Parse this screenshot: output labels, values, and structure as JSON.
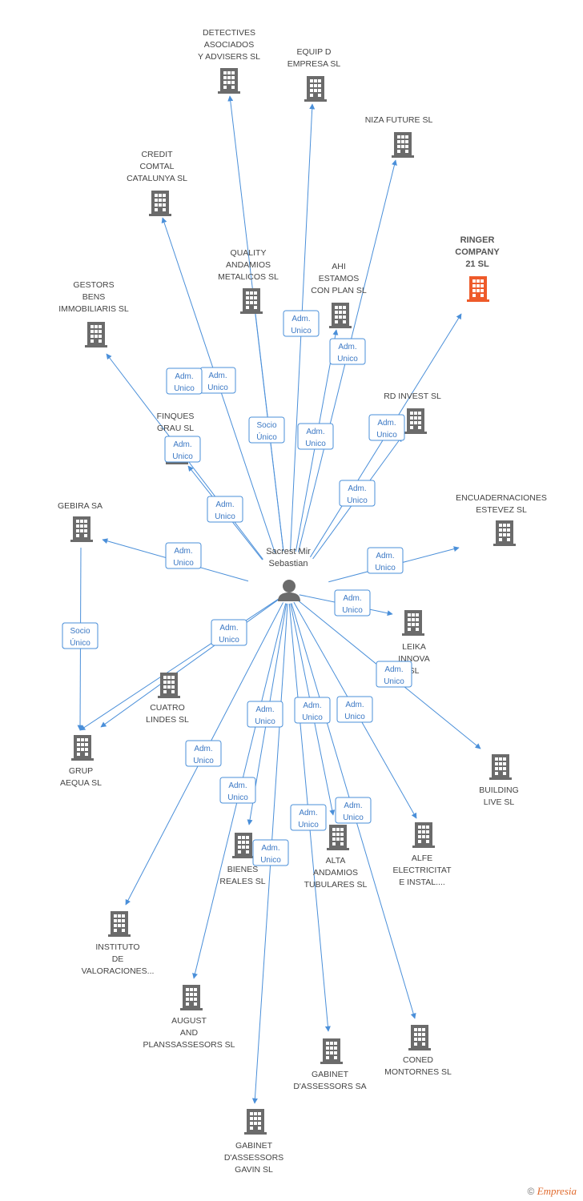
{
  "center": {
    "label_lines": [
      "Sacrest Mir",
      "Sebastian"
    ]
  },
  "colors": {
    "edge": "#4a8fd9",
    "building": "#6b6b6b",
    "highlight": "#ee5a2a"
  },
  "nodes": [
    {
      "id": "detectives",
      "lines": [
        "DETECTIVES",
        "ASOCIADOS",
        "Y ADVISERS SL"
      ]
    },
    {
      "id": "equipd",
      "lines": [
        "EQUIP D",
        "EMPRESA SL"
      ]
    },
    {
      "id": "niza",
      "lines": [
        "NIZA FUTURE SL"
      ]
    },
    {
      "id": "credit",
      "lines": [
        "CREDIT",
        "COMTAL",
        "CATALUNYA SL"
      ]
    },
    {
      "id": "ringer",
      "lines": [
        "RINGER",
        "COMPANY",
        "21 SL"
      ],
      "highlight": true
    },
    {
      "id": "quality",
      "lines": [
        "QUALITY",
        "ANDAMIOS",
        "METALICOS SL"
      ]
    },
    {
      "id": "ahi",
      "lines": [
        "AHI",
        "ESTAMOS",
        "CON PLAN SL"
      ]
    },
    {
      "id": "gestors",
      "lines": [
        "GESTORS",
        "BENS",
        "IMMOBILIARIS SL"
      ]
    },
    {
      "id": "rdinvest",
      "lines": [
        "RD INVEST SL"
      ]
    },
    {
      "id": "finques",
      "lines": [
        "FINQUES",
        "GRAU SL"
      ]
    },
    {
      "id": "gebira",
      "lines": [
        "GEBIRA SA"
      ]
    },
    {
      "id": "encuad",
      "lines": [
        "ENCUADERNACIONES",
        "ESTEVEZ SL"
      ]
    },
    {
      "id": "leika",
      "lines": [
        "LEIKA",
        "INNOVA",
        "SL"
      ]
    },
    {
      "id": "cuatro",
      "lines": [
        "CUATRO",
        "LINDES SL"
      ]
    },
    {
      "id": "grup",
      "lines": [
        "GRUP",
        "AEQUA SL"
      ]
    },
    {
      "id": "building",
      "lines": [
        "BUILDING",
        "LIVE  SL"
      ]
    },
    {
      "id": "bienes",
      "lines": [
        "BIENES",
        "REALES SL"
      ]
    },
    {
      "id": "alta",
      "lines": [
        "ALTA",
        "ANDAMIOS",
        "TUBULARES SL"
      ]
    },
    {
      "id": "alfe",
      "lines": [
        "ALFE",
        "ELECTRICITAT",
        "E INSTAL...."
      ]
    },
    {
      "id": "instituto",
      "lines": [
        "INSTITUTO",
        "DE",
        "VALORACIONES..."
      ]
    },
    {
      "id": "august",
      "lines": [
        "AUGUST",
        "AND",
        "PLANSSASSESORS SL"
      ]
    },
    {
      "id": "coned",
      "lines": [
        "CONED",
        "MONTORNES SL"
      ]
    },
    {
      "id": "gabinet",
      "lines": [
        "GABINET",
        "D'ASSESSORS SA"
      ]
    },
    {
      "id": "gabinetgavin",
      "lines": [
        "GABINET",
        "D'ASSESSORS",
        "GAVIN SL"
      ]
    }
  ],
  "edges": [
    {
      "to": "detectives",
      "label": [
        "Adm.",
        "Unico"
      ]
    },
    {
      "to": "equipd",
      "label": [
        "Adm.",
        "Unico"
      ]
    },
    {
      "to": "niza",
      "label": [
        "Adm.",
        "Unico"
      ]
    },
    {
      "to": "credit",
      "label": [
        "Adm.",
        "Unico"
      ]
    },
    {
      "to": "ringer",
      "label": [
        "Adm.",
        "Unico"
      ]
    },
    {
      "to": "quality",
      "label": [
        "Socio",
        "Único"
      ]
    },
    {
      "to": "ahi",
      "label": [
        "Adm.",
        "Unico"
      ]
    },
    {
      "to": "gestors",
      "label": [
        "Adm.",
        "Unico"
      ]
    },
    {
      "to": "rdinvest",
      "label": [
        "Adm.",
        "Unico"
      ]
    },
    {
      "to": "finques",
      "label": [
        "Adm.",
        "Unico"
      ]
    },
    {
      "to": "gebira",
      "label": [
        "Adm.",
        "Unico"
      ]
    },
    {
      "to": "encuad",
      "label": [
        "Adm.",
        "Unico"
      ]
    },
    {
      "to": "leika",
      "label": [
        "Adm.",
        "Unico"
      ]
    },
    {
      "to": "cuatro",
      "label": [
        "Adm.",
        "Unico"
      ]
    },
    {
      "to": "grup",
      "label": [
        "Adm.",
        "Unico"
      ]
    },
    {
      "to": "building",
      "label": [
        "Adm.",
        "Unico"
      ]
    },
    {
      "to": "bienes",
      "label": [
        "Adm.",
        "Unico"
      ]
    },
    {
      "to": "alta",
      "label": [
        "Adm.",
        "Unico"
      ]
    },
    {
      "to": "alfe",
      "label": [
        "Adm.",
        "Unico"
      ]
    },
    {
      "to": "instituto",
      "label": [
        "Adm.",
        "Unico"
      ]
    },
    {
      "to": "august",
      "label": [
        "Adm.",
        "Unico"
      ]
    },
    {
      "to": "coned",
      "label": [
        "Adm.",
        "Unico"
      ]
    },
    {
      "to": "gabinet",
      "label": [
        "Adm.",
        "Unico"
      ]
    },
    {
      "to": "gabinetgavin",
      "label": [
        "Adm.",
        "Unico"
      ]
    },
    {
      "from": "gebira",
      "to": "grup",
      "label": [
        "Socio",
        "Único"
      ]
    }
  ],
  "footer": {
    "copyright": "©",
    "brand": "Empresia"
  }
}
